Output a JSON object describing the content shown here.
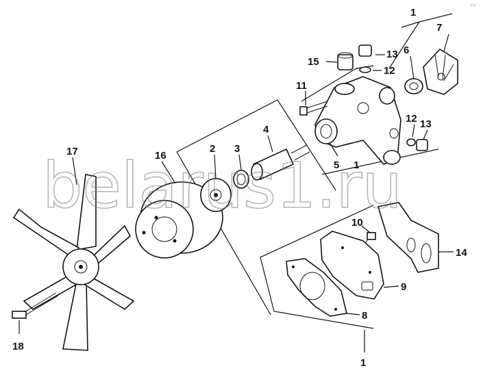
{
  "watermark": "belarus1.ru",
  "corner_mark": "▭",
  "callouts": {
    "c1a": "1",
    "c7": "7",
    "c13a": "13",
    "c6": "6",
    "c15": "15",
    "c12a": "12",
    "c11": "11",
    "c12b": "12",
    "c13b": "13",
    "c4": "4",
    "c2": "2",
    "c3": "3",
    "c16": "16",
    "c17": "17",
    "c5": "5",
    "c1b": "1",
    "c10": "10",
    "c14": "14",
    "c9": "9",
    "c8": "8",
    "c18": "18",
    "c1c": "1"
  },
  "colors": {
    "ink": "#111111",
    "watermark": "#7a7a7a",
    "paper": "#ffffff"
  }
}
